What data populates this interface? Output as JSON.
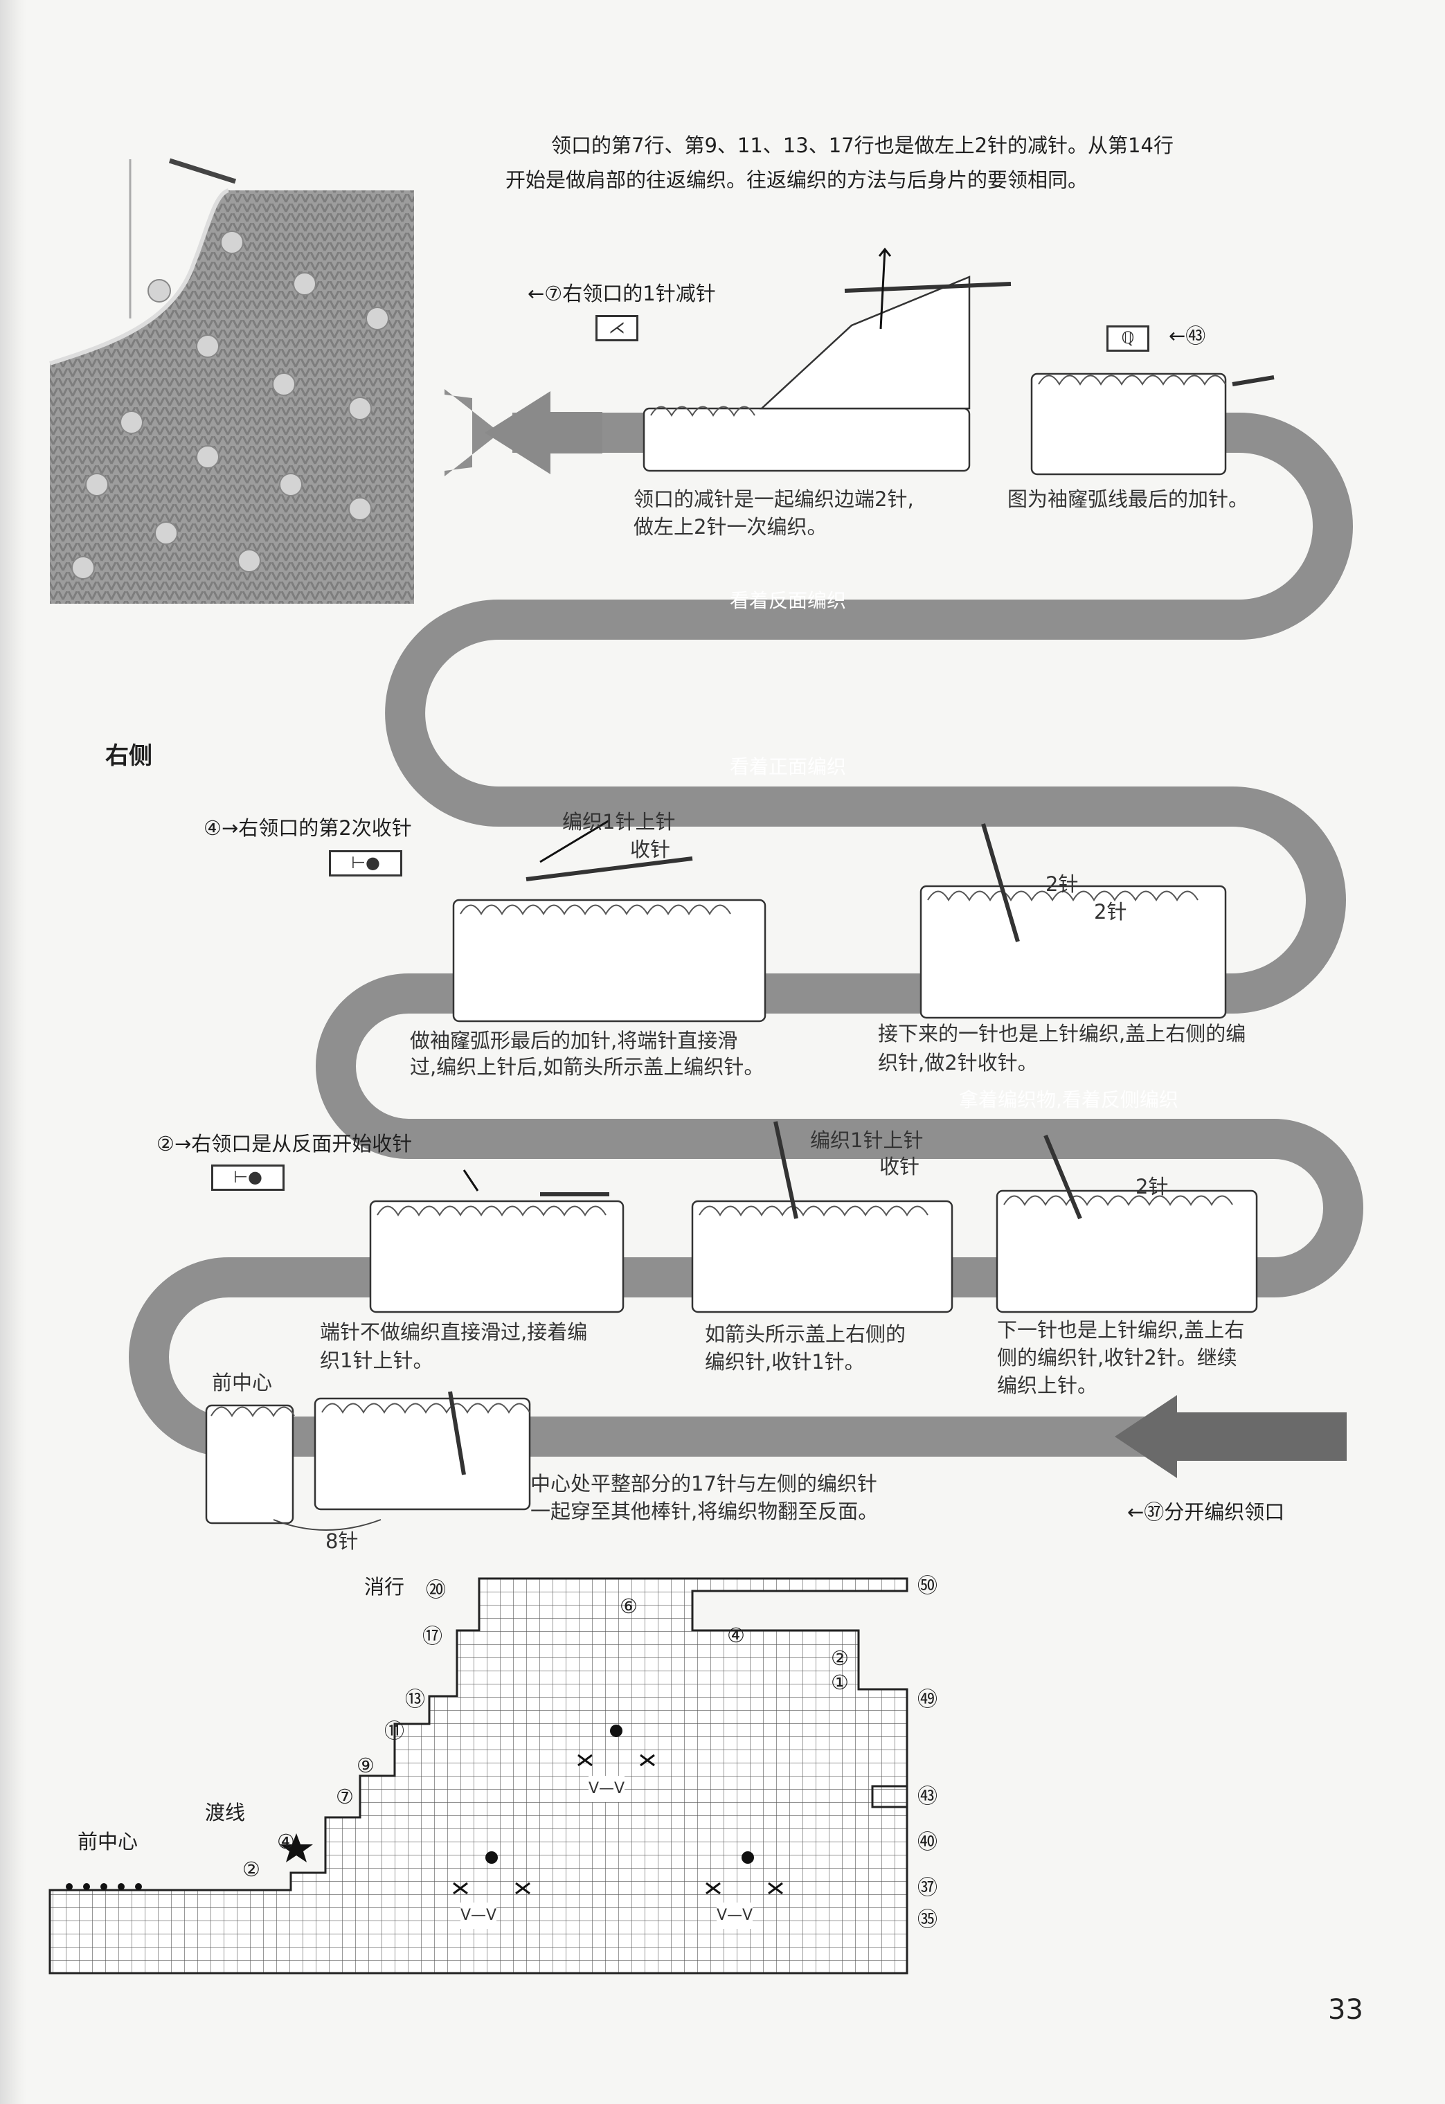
{
  "intro": {
    "line1": "领口的第7行、第9、11、13、17行也是做左上2针的减针。从第14行",
    "line2": "开始是做肩部的往返编织。往返编织的方法与后身片的要领相同。"
  },
  "side_heading": "右侧",
  "steps": {
    "s7_label": "←⑦右领口的1针减针",
    "s7_symbol": "⋌",
    "s43_symbol": "ℚ",
    "s43_label": "←㊸",
    "s4_label": "④→右领口的第2次收针",
    "s2_label": "②→右领口是从反面开始收针",
    "bind_symbol": "⊢●",
    "s37_label": "←㊲分开编织领口"
  },
  "bands": {
    "wrong_side_1": "看着反面编织",
    "right_side": "看着正面编织",
    "wrong_side_2": "拿着编织物,看着反侧编织"
  },
  "captions": {
    "dec1": "领口的减针是一起编织边端2针,",
    "dec2": "做左上2针一次编织。",
    "inc": "图为袖窿弧线最后的加针。",
    "a1": "做袖窿弧形最后的加针,将端针直接滑",
    "a2": "过,编织上针后,如箭头所示盖上编织针。",
    "b1": "接下来的一针也是上针编织,盖上右侧的编",
    "b2": "织针,做2针收针。",
    "c1": "端针不做编织直接滑过,接着编",
    "c2": "织1针上针。",
    "d1": "如箭头所示盖上右侧的",
    "d2": "编织针,收针1针。",
    "e1": "下一针也是上针编织,盖上右",
    "e2": "侧的编织针,收针2针。继续",
    "e3": "编织上针。",
    "f1": "中心处平整部分的17针与左侧的编织针",
    "f2": "一起穿至其他棒针,将编织物翻至反面。"
  },
  "annotations": {
    "purl1": "编织1针上针",
    "bind": "收针",
    "two": "2针",
    "front_center": "前中心",
    "eight": "8针"
  },
  "chart": {
    "xiaoxing": "消行",
    "duxian": "渡线",
    "front_center": "前中心",
    "rows_left": [
      "⑳",
      "⑰",
      "⑬",
      "⑪",
      "⑨",
      "⑦",
      "④",
      "②"
    ],
    "rows_mid": [
      "⑥",
      "④",
      "②",
      "①"
    ],
    "rows_right": [
      "㊿",
      "㊾",
      "㊸",
      "㊵",
      "㊲",
      "㉟"
    ],
    "v_mark": "V—V"
  },
  "page_number": "33"
}
